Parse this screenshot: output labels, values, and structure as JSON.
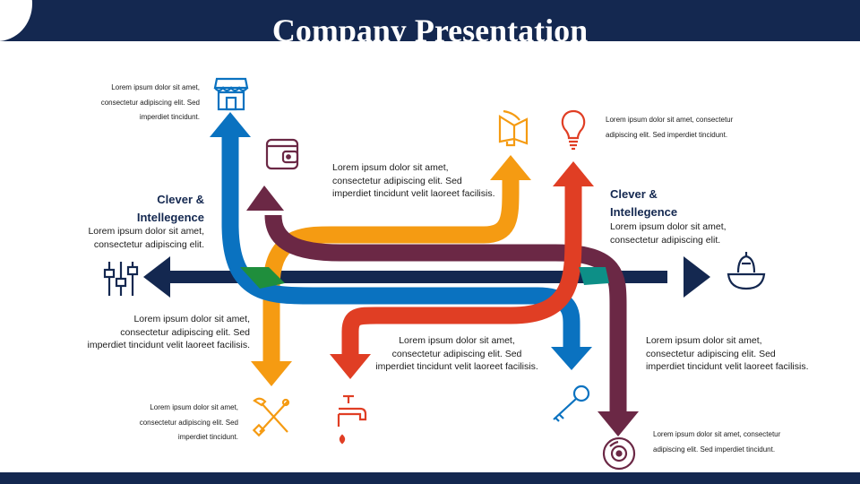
{
  "title": "Company Presentation",
  "colors": {
    "navy": "#142850",
    "blue": "#0a72c0",
    "orange": "#f59b12",
    "red": "#e03e24",
    "maroon": "#6b2845",
    "green": "#1f8e3c",
    "teal": "#0d8f87"
  },
  "blocks": {
    "store": "Lorem ipsum dolor sit amet,\nconsectetur adipiscing elit. Sed\nimperdiet tincidunt.",
    "wallet": "Lorem ipsum dolor sit amet,\nconsectetur adipiscing elit. Sed\nimperdiet tincidunt velit laoreet facilisis.",
    "bulb": "Lorem ipsum dolor sit amet, consectetur\nadipiscing elit. Sed imperdiet tincidunt.",
    "clever_left_heading": "Clever &\nIntellegence",
    "clever_left_body": "Lorem ipsum dolor sit amet,\nconsectetur adipiscing elit.",
    "clever_right_heading": "Clever &\nIntellegence",
    "clever_right_body": "Lorem ipsum dolor sit amet,\nconsectetur adipiscing elit.",
    "left_mid": "Lorem ipsum dolor sit amet,\nconsectetur adipiscing elit. Sed\nimperdiet tincidunt velit laoreet facilisis.",
    "center_bottom": "Lorem ipsum dolor sit amet,\nconsectetur adipiscing elit. Sed\nimperdiet tincidunt velit laoreet facilisis.",
    "right_mid": "Lorem ipsum dolor sit amet,\nconsectetur adipiscing elit. Sed\nimperdiet tincidunt velit laoreet facilisis.",
    "tools": "Lorem ipsum dolor sit amet,\nconsectetur adipiscing elit. Sed\nimperdiet tincidunt.",
    "disc": "Lorem ipsum dolor sit amet, consectetur\nadipiscing elit. Sed imperdiet tincidunt."
  },
  "icons": [
    "store-icon",
    "wallet-icon",
    "megaphone-icon",
    "lightbulb-icon",
    "sliders-icon",
    "juicer-icon",
    "tools-icon",
    "faucet-icon",
    "key-icon",
    "disc-icon"
  ]
}
